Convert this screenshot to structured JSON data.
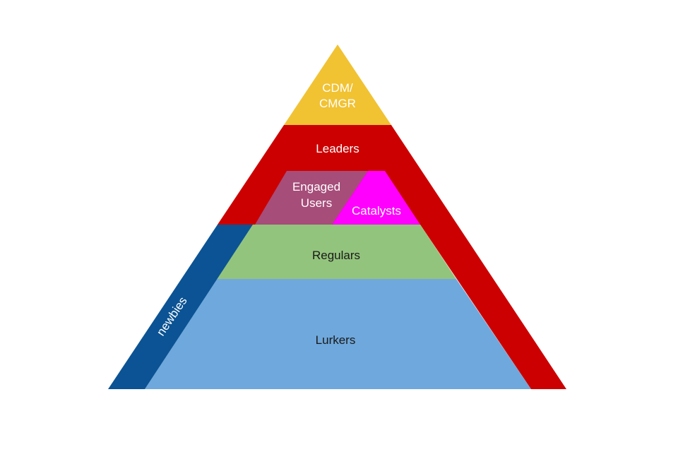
{
  "diagram": {
    "type": "community-pyramid",
    "colors": {
      "cdm": "#f1c232",
      "leaders": "#cc0000",
      "engaged": "#a64d79",
      "catalysts": "#ff00ff",
      "regulars": "#93c47d",
      "lurkers": "#6fa8dc",
      "newbies": "#0b5394",
      "light_text": "#ffffff",
      "dark_text": "#1a1a1a"
    },
    "labels": {
      "cdm_line1": "CDM/",
      "cdm_line2": "CMGR",
      "leaders": "Leaders",
      "engaged_line1": "Engaged",
      "engaged_line2": "Users",
      "catalysts": "Catalysts",
      "regulars": "Regulars",
      "lurkers": "Lurkers",
      "newbies": "newbies"
    }
  }
}
